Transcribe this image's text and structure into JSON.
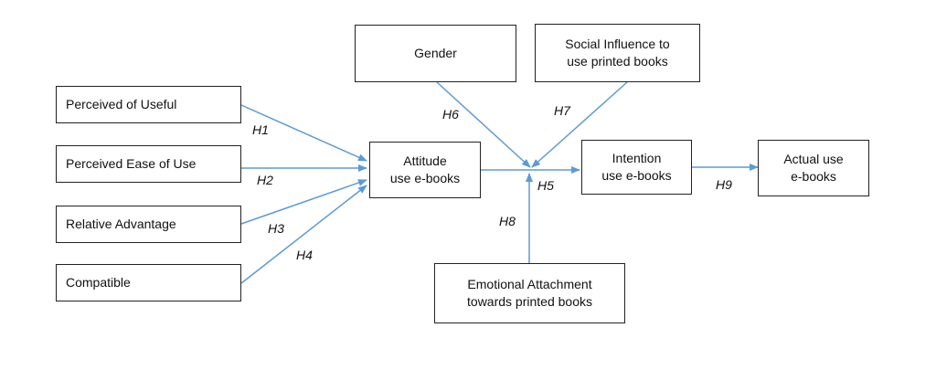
{
  "nodes": {
    "perceived_useful": "Perceived of Useful",
    "perceived_ease": "Perceived Ease of Use",
    "relative_advantage": "Relative Advantage",
    "compatible": "Compatible",
    "attitude": "Attitude\nuse e-books",
    "gender": "Gender",
    "social_influence": "Social Influence to\nuse printed books",
    "intention": "Intention\nuse e-books",
    "actual_use": "Actual use\ne-books",
    "emotional_attachment": "Emotional Attachment\ntowards printed books"
  },
  "hypotheses": {
    "h1": "H1",
    "h2": "H2",
    "h3": "H3",
    "h4": "H4",
    "h5": "H5",
    "h6": "H6",
    "h7": "H7",
    "h8": "H8",
    "h9": "H9"
  },
  "colors": {
    "arrow": "#5b9bd5",
    "border": "#222222"
  }
}
